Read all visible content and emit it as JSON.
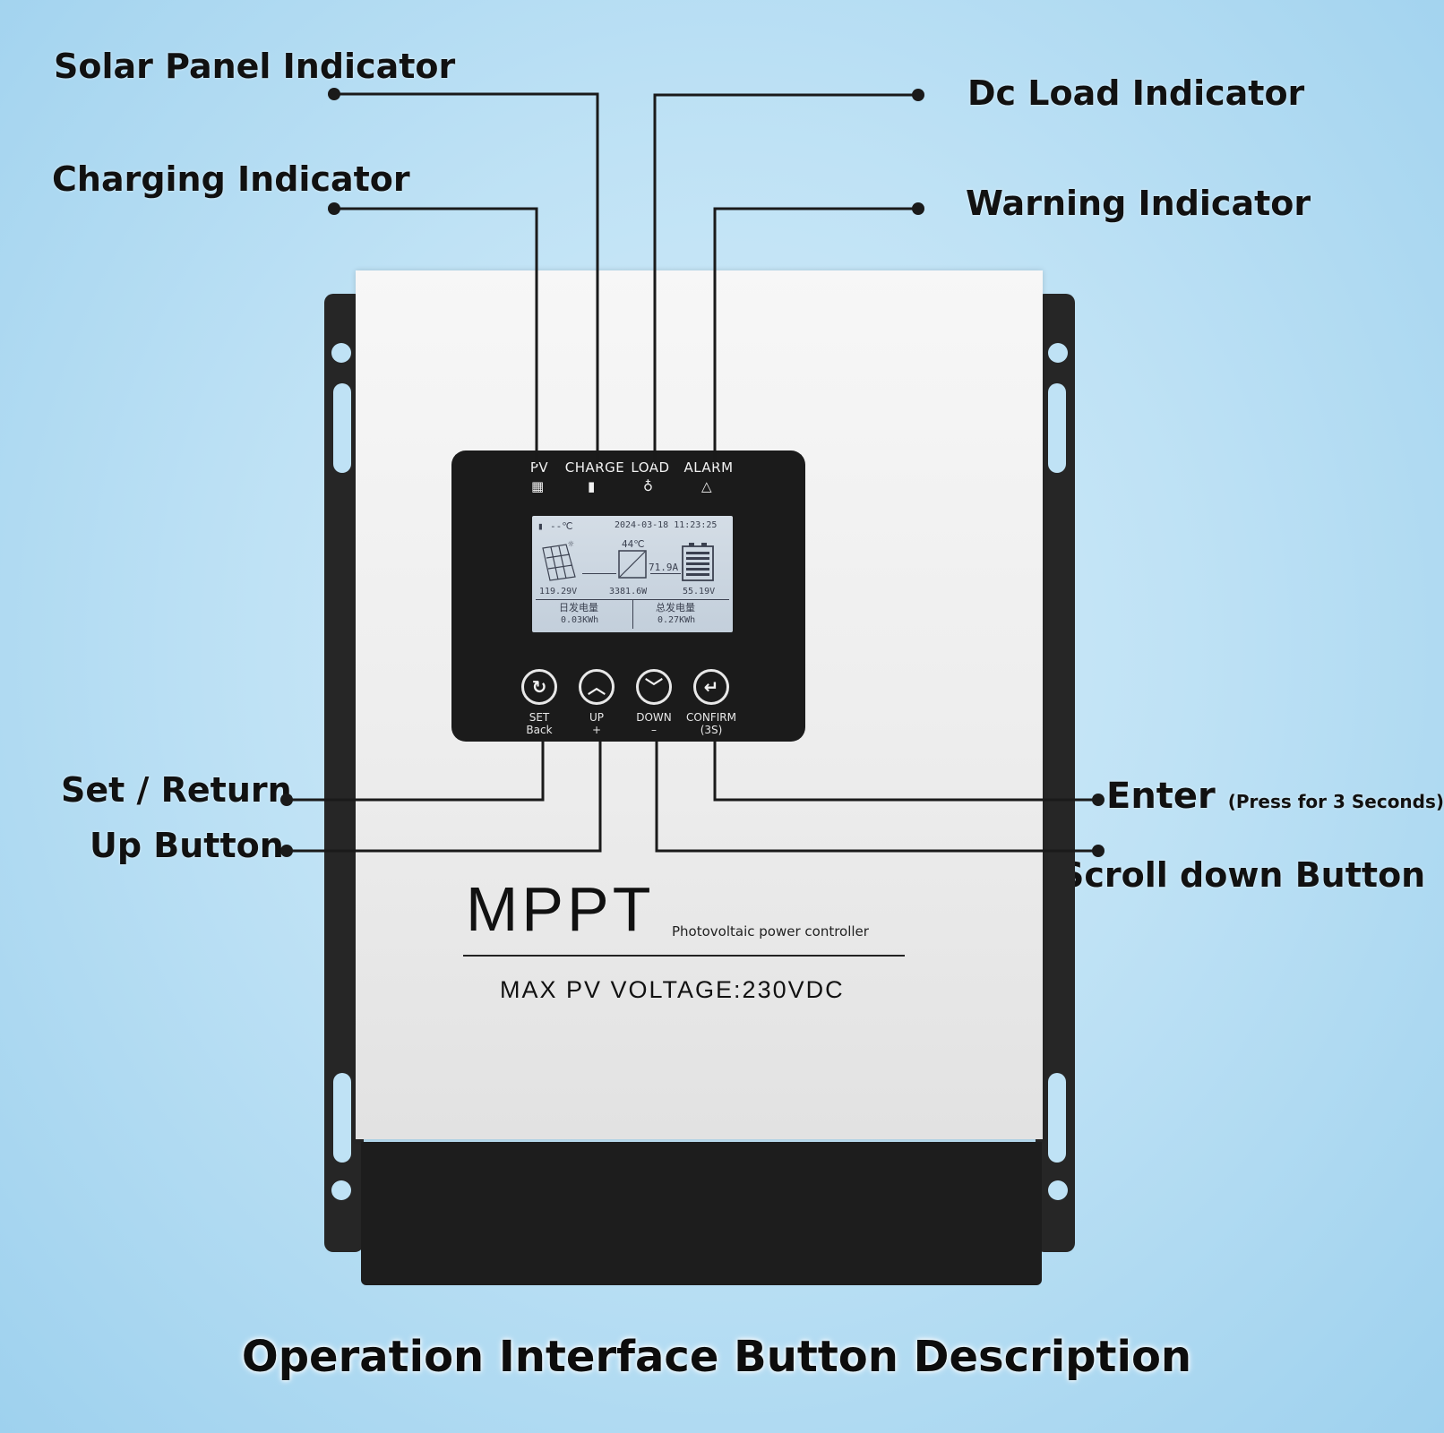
{
  "labels": {
    "solar_panel": "Solar Panel Indicator",
    "charging": "Charging Indicator",
    "dc_load": "Dc Load Indicator",
    "warning": "Warning Indicator",
    "set_return": "Set / Return",
    "up_button": "Up Button",
    "enter": "Enter",
    "enter_note": "(Press for 3 Seconds)",
    "scroll_down": "Scroll down Button"
  },
  "panel": {
    "indicators": [
      {
        "label": "PV",
        "icon": "solar-grid-icon"
      },
      {
        "label": "CHARGE",
        "icon": "battery-icon"
      },
      {
        "label": "LOAD",
        "icon": "bulb-icon"
      },
      {
        "label": "ALARM",
        "icon": "warning-triangle-icon"
      }
    ],
    "lcd": {
      "temp_left": "--℃",
      "datetime": "2024-03-18 11:23:25",
      "temp_center": "44℃",
      "current": "71.9A",
      "pv_voltage": "119.29V",
      "power": "3381.6W",
      "battery_voltage": "55.19V",
      "today_energy_label": "日发电量",
      "today_energy_value": "0.03KWh",
      "total_energy_label": "总发电量",
      "total_energy_value": "0.27KWh"
    },
    "buttons": [
      {
        "label": "SET",
        "sub": "Back",
        "icon": "refresh-icon"
      },
      {
        "label": "UP",
        "sub": "+",
        "icon": "chevron-up-icon"
      },
      {
        "label": "DOWN",
        "sub": "–",
        "icon": "chevron-down-icon"
      },
      {
        "label": "CONFIRM",
        "sub": "(3S)",
        "icon": "enter-arrow-icon"
      }
    ]
  },
  "device": {
    "brand": "MPPT",
    "subtitle": "Photovoltaic power controller",
    "spec": "MAX  PV  VOLTAGE:230VDC"
  },
  "footer": "Operation Interface Button Description",
  "colors": {
    "background": "#bfe2f5",
    "case": "#efefef",
    "panel": "#1b1b1b",
    "lcd": "#c9d4df",
    "line": "#1a1a1a"
  }
}
